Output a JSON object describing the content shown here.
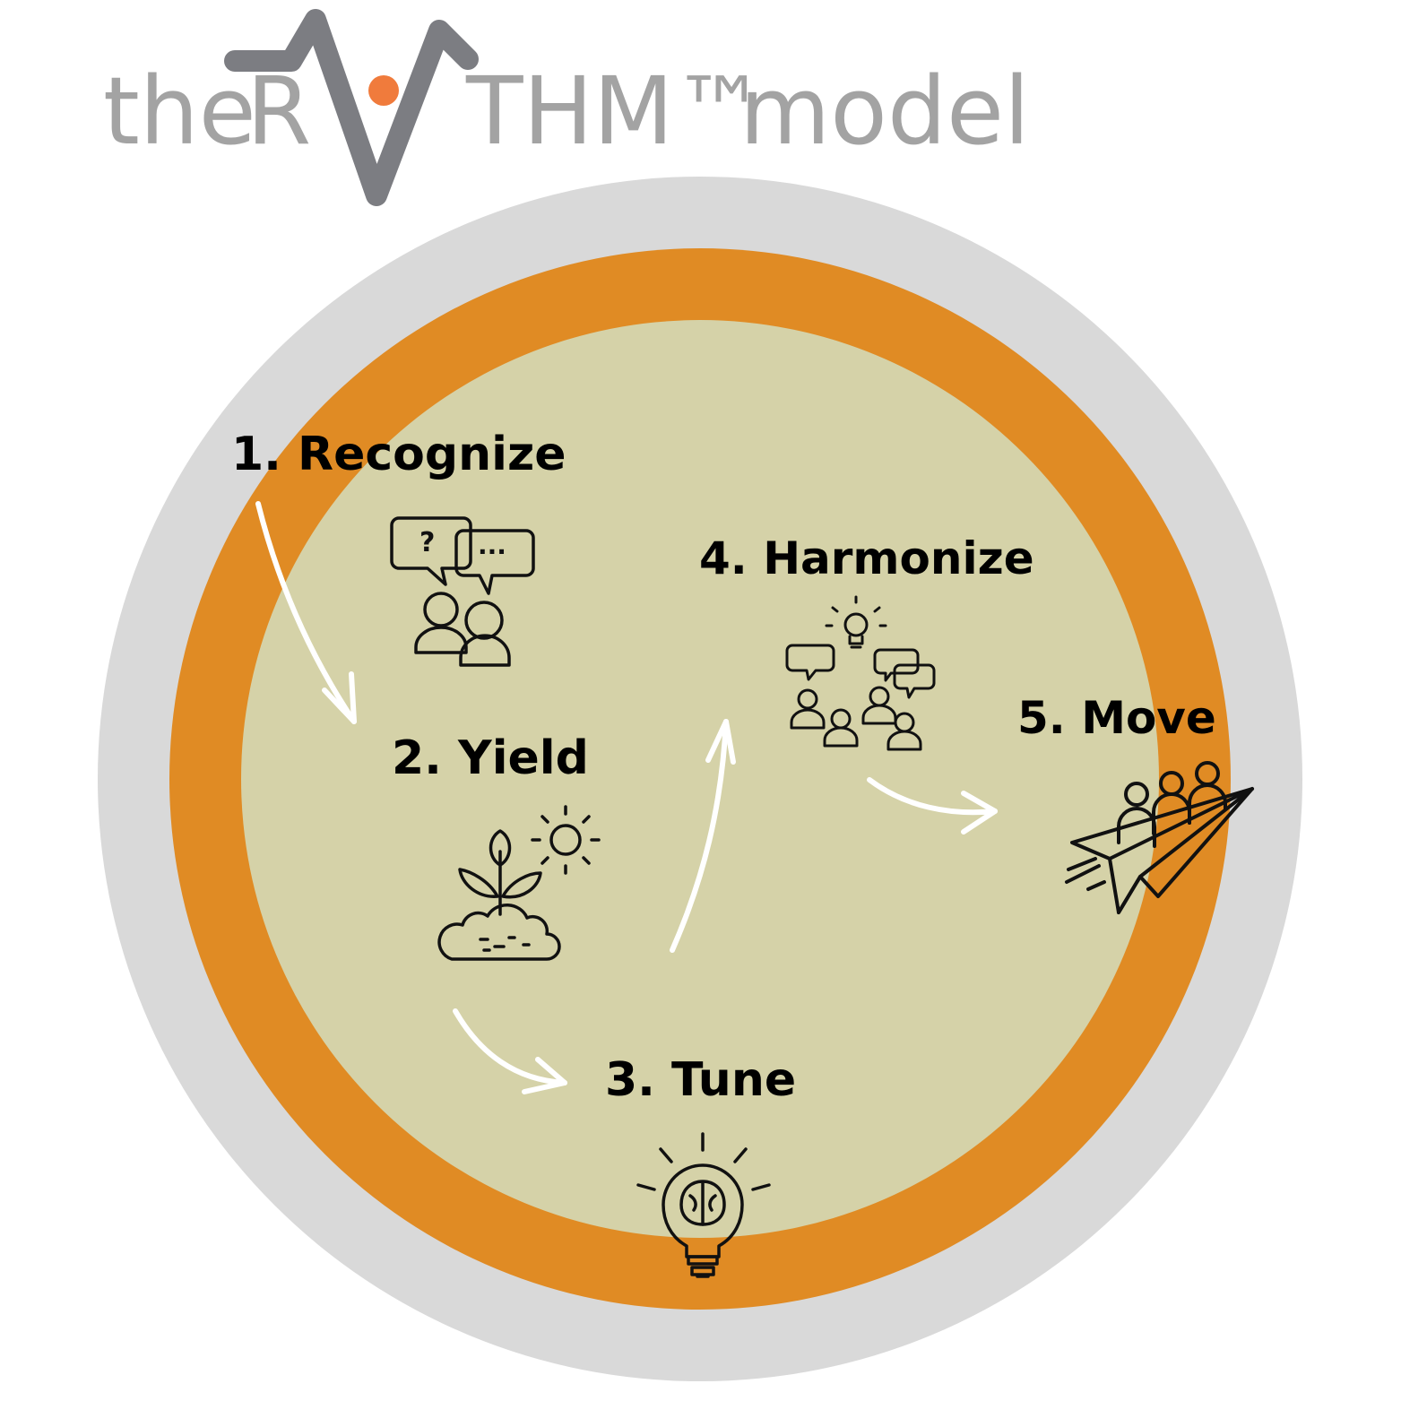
{
  "title": {
    "prefix": "the",
    "letter_r": "R",
    "suffix": "THM™",
    "word_model": "model"
  },
  "colors": {
    "outer_ring": "#d9d9d9",
    "middle_ring": "#e08b24",
    "inner_disc": "#d5d2a8",
    "title_gray": "#a3a3a3",
    "logo_stroke": "#7c7d82",
    "logo_dot": "#f07b3c",
    "arrows": "#ffffff",
    "icon_stroke": "#111111"
  },
  "steps": [
    {
      "label": "1. Recognize",
      "icon": "people-question-chat-icon"
    },
    {
      "label": "2. Yield",
      "icon": "plant-sun-icon"
    },
    {
      "label": "3. Tune",
      "icon": "brain-lightbulb-icon"
    },
    {
      "label": "4. Harmonize",
      "icon": "group-idea-chat-icon"
    },
    {
      "label": "5. Move",
      "icon": "people-paper-plane-icon"
    }
  ],
  "icons": {
    "question_mark": "?",
    "ellipsis": "..."
  }
}
